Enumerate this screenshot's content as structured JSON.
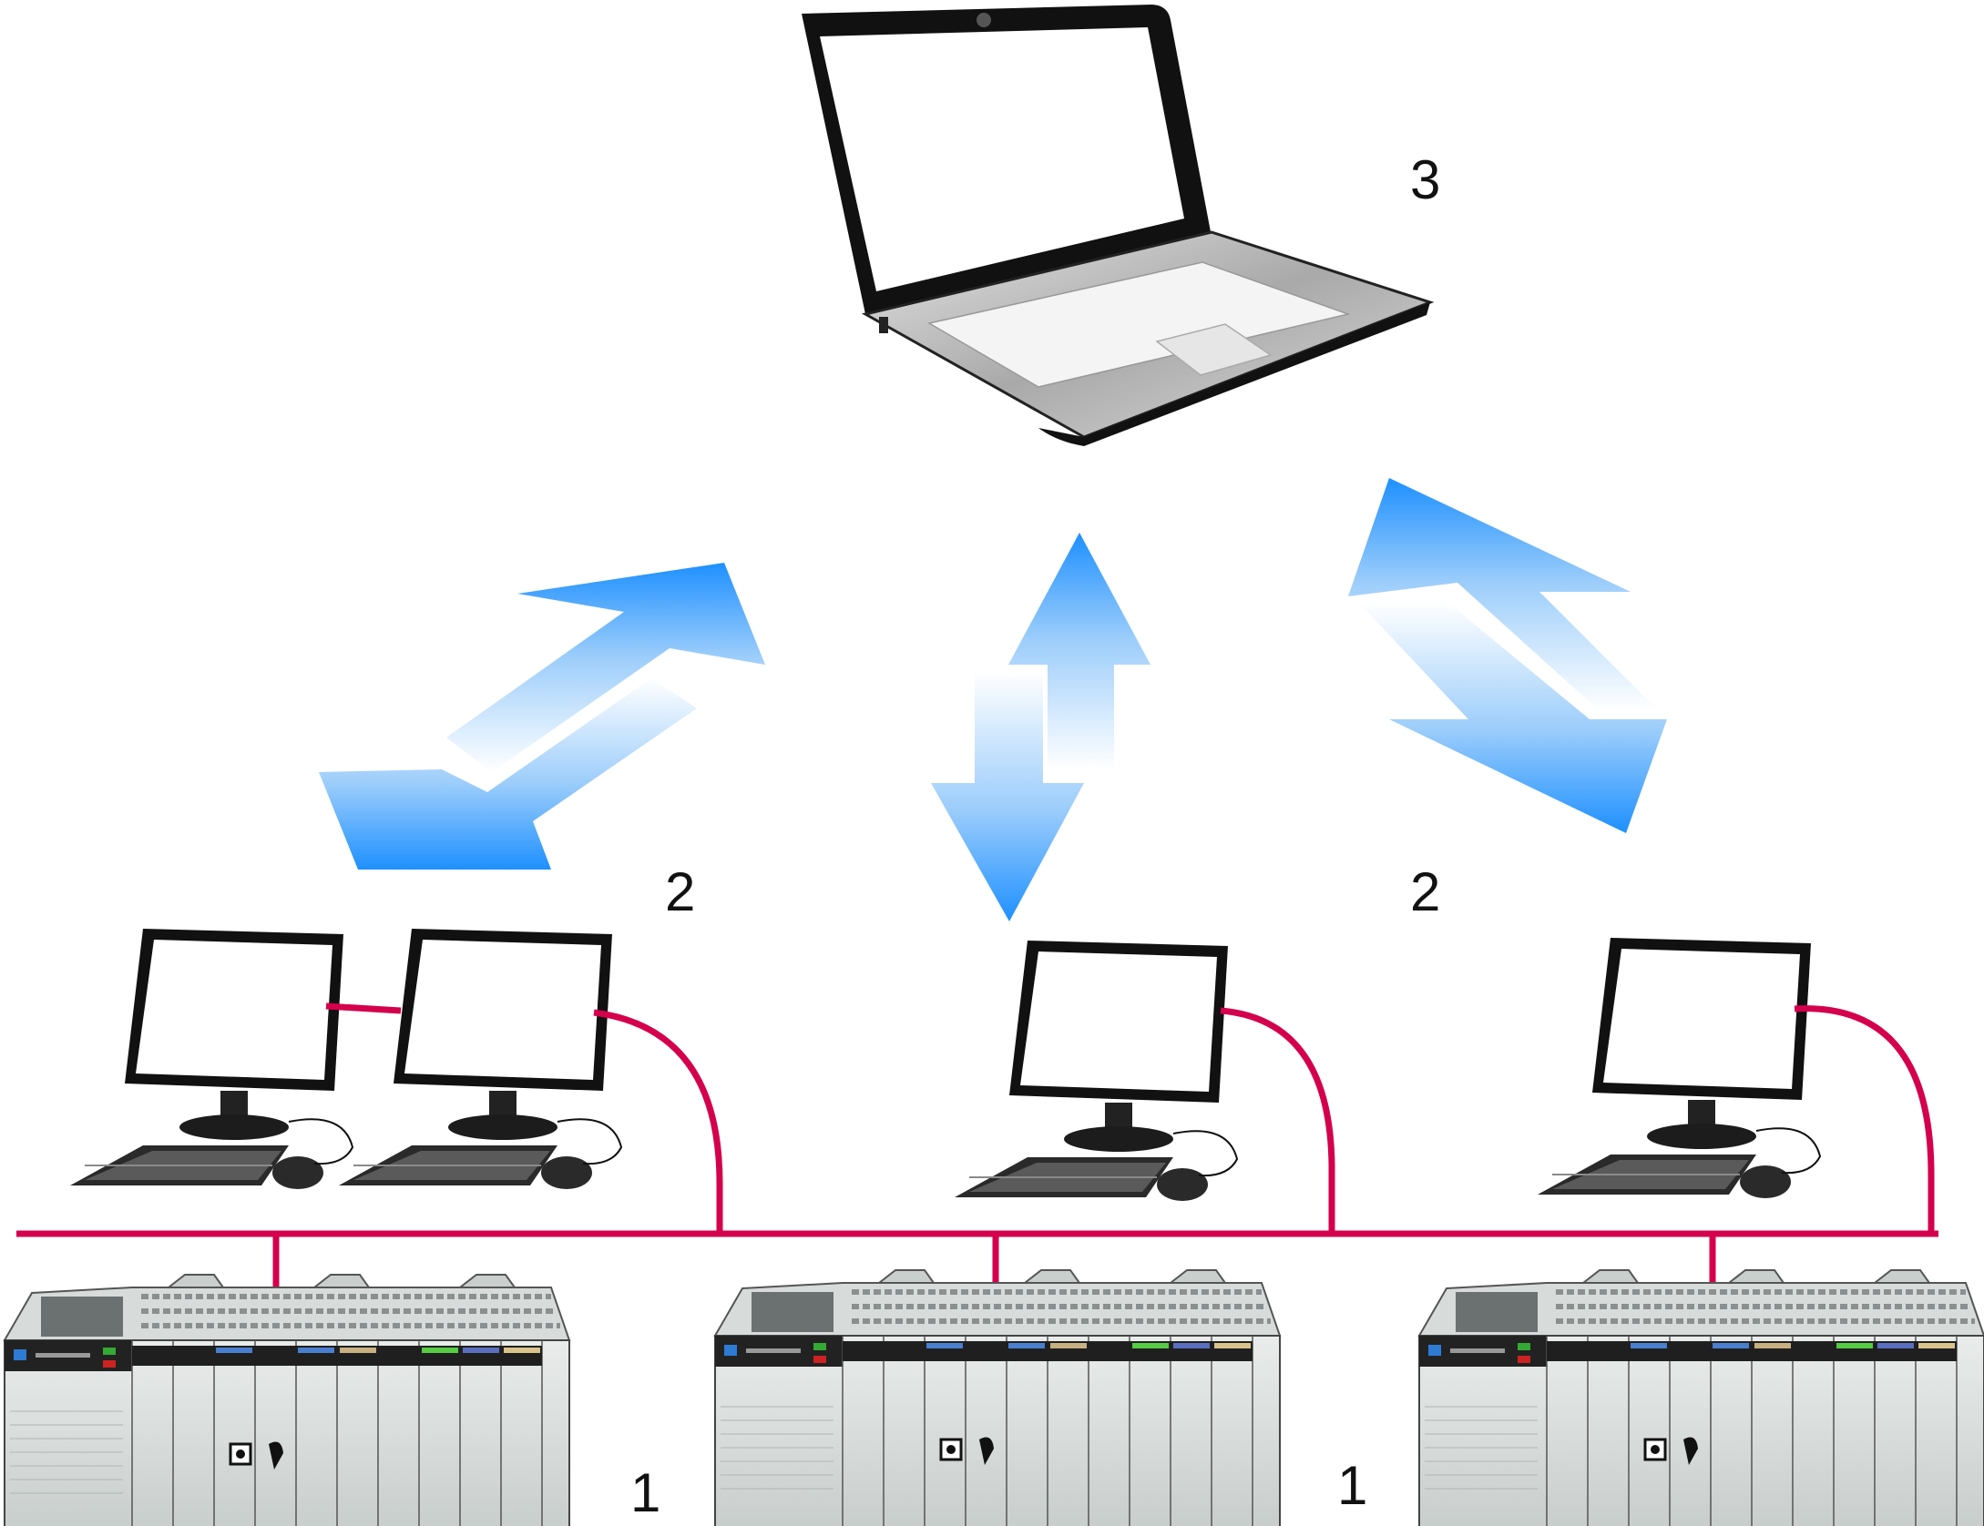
{
  "callouts": {
    "laptop": "3",
    "workstation_left": "2",
    "workstation_right": "2",
    "controller_left": "1",
    "controller_middle": "1"
  },
  "colors": {
    "network": "#d4004c",
    "arrow_blue": "#1e90ff",
    "arrow_fade": "#ffffff",
    "outline": "#111111",
    "controller_body": "#cfd5d3"
  },
  "icons": {
    "laptop": "laptop-icon",
    "workstation": "desktop-computer-icon",
    "controller": "plc-controller-rack-icon",
    "arrow": "bidirectional-arrow-icon"
  }
}
